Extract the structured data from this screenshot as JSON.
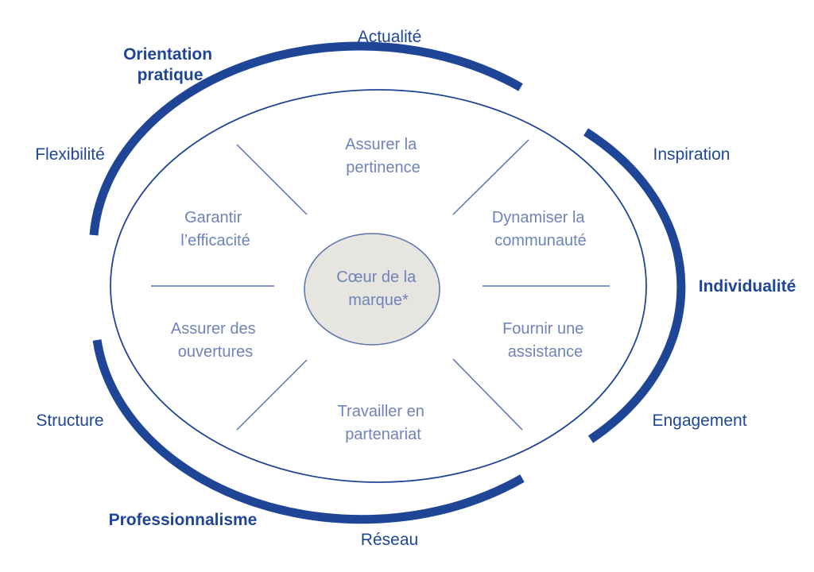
{
  "colors": {
    "accent": "#1f4597",
    "thin_line": "#1f4597",
    "spoke": "#5a72ad",
    "inner_text": "#6d84b8",
    "core_fill": "#e7e5e0"
  },
  "core": {
    "lines": [
      "Cœur de la",
      "marque*"
    ]
  },
  "segments": [
    {
      "id": "top",
      "lines": [
        "Assurer la",
        "pertinence"
      ]
    },
    {
      "id": "upper-left",
      "lines": [
        "Garantir",
        "l’efficacité"
      ]
    },
    {
      "id": "upper-right",
      "lines": [
        "Dynamiser la",
        "communauté"
      ]
    },
    {
      "id": "lower-left",
      "lines": [
        "Assurer des",
        "ouvertures"
      ]
    },
    {
      "id": "lower-right",
      "lines": [
        "Fournir une",
        "assistance"
      ]
    },
    {
      "id": "bottom",
      "lines": [
        "Travailler en",
        "partenariat"
      ]
    }
  ],
  "outer": {
    "actualite": "Actualité",
    "orientation_pratique": [
      "Orientation",
      "pratique"
    ],
    "flexibilite": "Flexibilité",
    "inspiration": "Inspiration",
    "individualite": "Individualité",
    "engagement": "Engagement",
    "structure": "Structure",
    "professionnalisme": "Professionnalisme",
    "reseau": "Réseau"
  }
}
